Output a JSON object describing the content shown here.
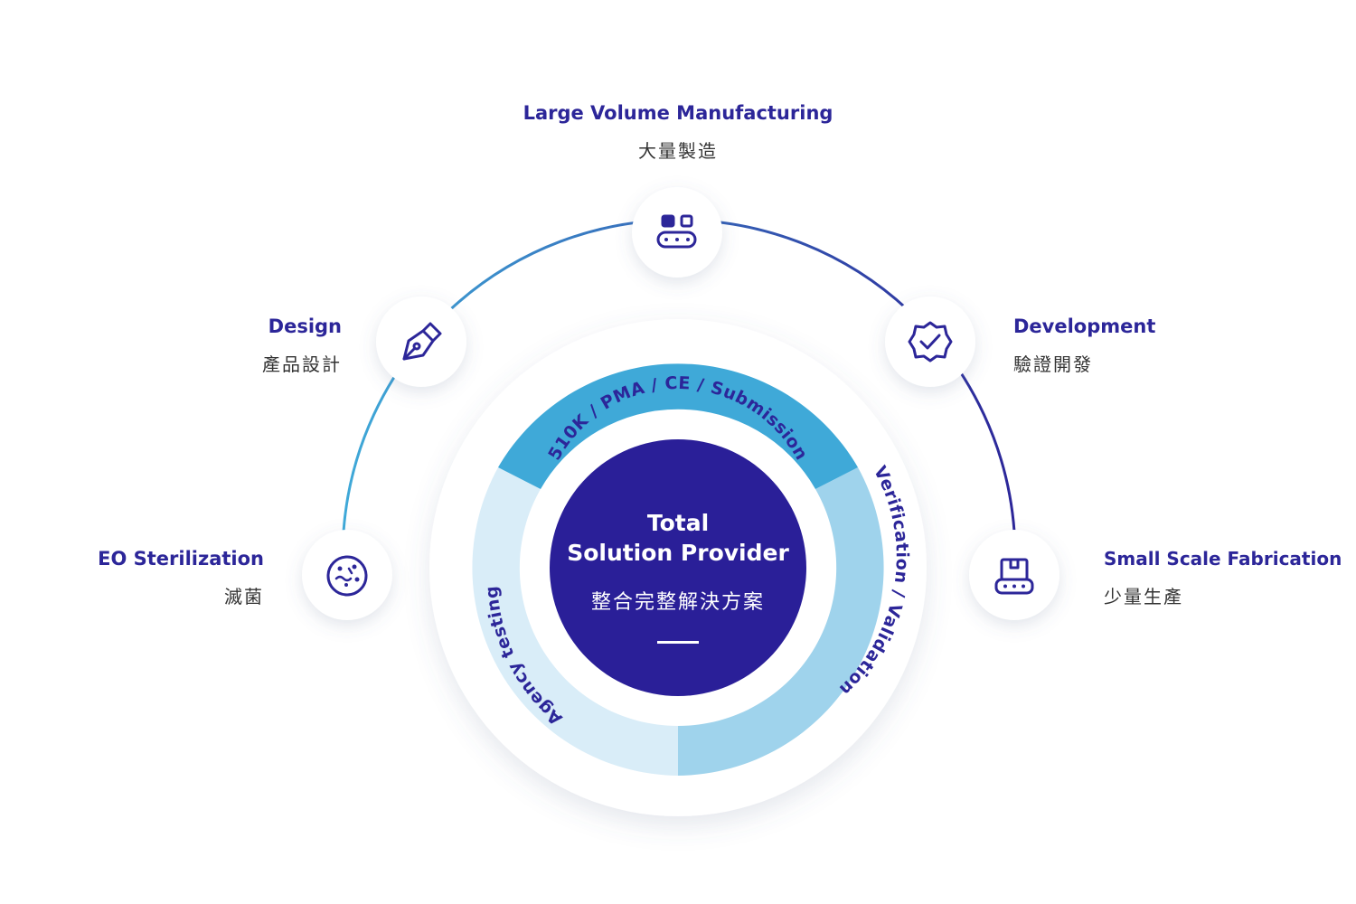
{
  "center": {
    "title_line1": "Total",
    "title_line2": "Solution Provider",
    "subtitle": "整合完整解決方案"
  },
  "ring": {
    "top": "510K / PMA / CE / Submission",
    "right": "Verification / Validation",
    "left": "Agency testing"
  },
  "nodes": {
    "manufacturing": {
      "en": "Large Volume Manufacturing",
      "zh": "大量製造",
      "icon": "conveyor-icon"
    },
    "design": {
      "en": "Design",
      "zh": "產品設計",
      "icon": "pen-nib-icon"
    },
    "development": {
      "en": "Development",
      "zh": "驗證開發",
      "icon": "verified-badge-icon"
    },
    "sterilization": {
      "en": "EO Sterilization",
      "zh": "滅菌",
      "icon": "bacteria-icon"
    },
    "fabrication": {
      "en": "Small Scale Fabrication",
      "zh": "少量生產",
      "icon": "box-conveyor-icon"
    }
  },
  "colors": {
    "navy": "#2c2699",
    "ring_top": "#3fa9d8",
    "ring_right": "#9fd3ec",
    "ring_left": "#d9edf8",
    "arc_start": "#3fa9d8",
    "arc_end": "#2c2699"
  }
}
